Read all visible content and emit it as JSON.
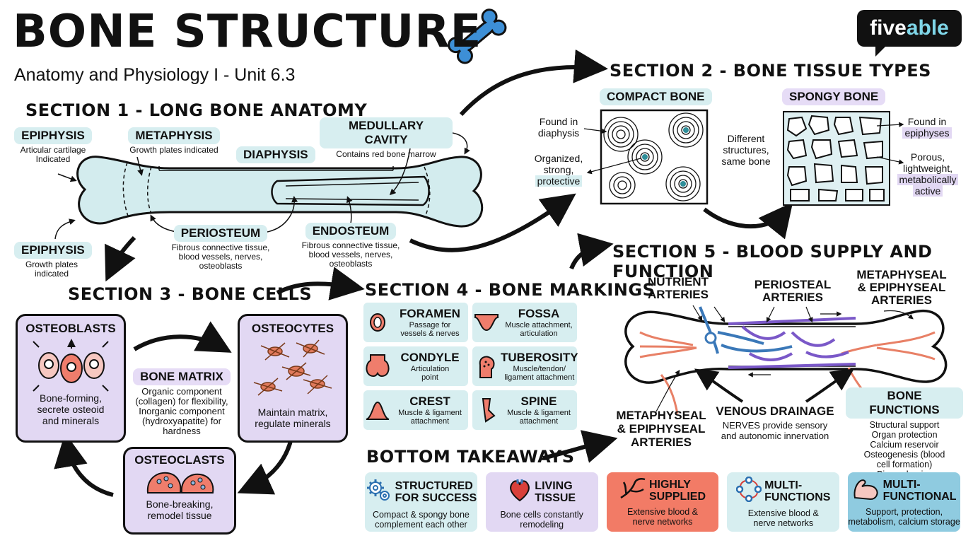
{
  "header": {
    "title": "BONE STRUCTURE",
    "subtitle": "Anatomy and Physiology I - Unit 6.3",
    "logo_a": "five",
    "logo_b": "able"
  },
  "sections": {
    "s1": "SECTION 1 - LONG BONE ANATOMY",
    "s2": "SECTION 2 - BONE TISSUE TYPES",
    "s3": "SECTION 3 - BONE CELLS",
    "s4": "SECTION 4 - BONE MARKINGS",
    "s5": "SECTION 5 - BLOOD SUPPLY AND FUNCTION",
    "bottom": "BOTTOM TAKEAWAYS"
  },
  "anatomy": {
    "epiphysis_top": {
      "title": "EPIPHYSIS",
      "line1": "Articular cartilage",
      "line2": "Indicated"
    },
    "metaphysis": {
      "title": "METAPHYSIS",
      "desc": "Growth plates indicated"
    },
    "diaphysis": {
      "title": "DIAPHYSIS"
    },
    "medullary": {
      "title": "MEDULLARY CAVITY",
      "desc": "Contains red bone marrow"
    },
    "epiphysis_bottom": {
      "title": "EPIPHYSIS",
      "line1": "Growth plates",
      "line2": "indicated"
    },
    "periosteum": {
      "title": "PERIOSTEUM",
      "line1": "Fibrous connective tissue,",
      "line2": "blood vessels, nerves,",
      "line3": "osteoblasts"
    },
    "endosteum": {
      "title": "ENDOSTEUM",
      "line1": "Fibrous connective tissue,",
      "line2": "blood vessels, nerves,",
      "line3": "osteoblasts"
    }
  },
  "tissue": {
    "compact": {
      "title": "COMPACT BONE",
      "found1": "Found in",
      "found2": "diaphysis",
      "prop1": "Organized,",
      "prop2": "strong,",
      "prop3": "protective"
    },
    "middle": {
      "l1": "Different",
      "l2": "structures,",
      "l3": "same bone"
    },
    "spongy": {
      "title": "SPONGY BONE",
      "found1": "Found in",
      "found2": "epiphyses",
      "prop1": "Porous,",
      "prop2": "lightweight,",
      "prop3": "metabolically",
      "prop4": "active"
    }
  },
  "cells": {
    "osteoblasts": {
      "title": "OSTEOBLASTS",
      "l1": "Bone-forming,",
      "l2": "secrete osteoid",
      "l3": "and minerals"
    },
    "osteocytes": {
      "title": "OSTEOCYTES",
      "l1": "Maintain matrix,",
      "l2": "regulate minerals"
    },
    "osteoclasts": {
      "title": "OSTEOCLASTS",
      "l1": "Bone-breaking,",
      "l2": "remodel tissue"
    },
    "matrix": {
      "title": "BONE MATRIX",
      "l1": "Organic component",
      "l2": "(collagen) for flexibility,",
      "l3": "Inorganic component",
      "l4": "(hydroxyapatite) for",
      "l5": "hardness"
    }
  },
  "markings": [
    {
      "name": "FORAMEN",
      "d1": "Passage for",
      "d2": "vessels & nerves",
      "icon": "foramen-icon"
    },
    {
      "name": "FOSSA",
      "d1": "Muscle attachment,",
      "d2": "articulation",
      "icon": "fossa-icon"
    },
    {
      "name": "CONDYLE",
      "d1": "Articulation",
      "d2": "point",
      "icon": "condyle-icon"
    },
    {
      "name": "TUBEROSITY",
      "d1": "Muscle/tendon/",
      "d2": "ligament attachment",
      "icon": "tuberosity-icon"
    },
    {
      "name": "CREST",
      "d1": "Muscle & ligament",
      "d2": "attachment",
      "icon": "crest-icon"
    },
    {
      "name": "SPINE",
      "d1": "Muscle & ligament",
      "d2": "attachment",
      "icon": "spine-icon"
    }
  ],
  "blood": {
    "nutrient": {
      "l1": "NUTRIENT",
      "l2": "ARTERIES"
    },
    "periosteal": {
      "l1": "PERIOSTEAL",
      "l2": "ARTERIES"
    },
    "meta_top": {
      "l1": "METAPHYSEAL",
      "l2": "& EPIPHYSEAL",
      "l3": "ARTERIES"
    },
    "meta_bottom": {
      "l1": "METAPHYSEAL",
      "l2": "& EPIPHYSEAL",
      "l3": "ARTERIES"
    },
    "venous": {
      "title": "VENOUS DRAINAGE",
      "l1": "NERVES provide sensory",
      "l2": "and autonomic innervation"
    },
    "functions": {
      "title": "BONE FUNCTIONS",
      "items": [
        "Structural support",
        "Organ protection",
        "Calcium reservoir",
        "Osteogenesis (blood",
        "cell formation)",
        "Biomechanics"
      ]
    }
  },
  "takeaways": [
    {
      "t1": "STRUCTURED",
      "t2": "FOR SUCCESS",
      "d1": "Compact & spongy bone",
      "d2": "complement each other",
      "color": "#d7eef0",
      "icon": "gears-icon"
    },
    {
      "t1": "LIVING",
      "t2": "TISSUE",
      "d1": "Bone cells constantly",
      "d2": "remodeling",
      "color": "#e2d8f3",
      "icon": "heart-icon"
    },
    {
      "t1": "HIGHLY",
      "t2": "SUPPLIED",
      "d1": "Extensive blood &",
      "d2": "nerve networks",
      "color": "#f27b66",
      "icon": "vessels-icon"
    },
    {
      "t1": "MULTI-",
      "t2": "FUNCTIONS",
      "d1": "Extensive blood &",
      "d2": "nerve networks",
      "color": "#d7eef0",
      "icon": "cycle-icon"
    },
    {
      "t1": "MULTI-",
      "t2": "FUNCTIONAL",
      "d1": "Support, protection,",
      "d2": "metabolism, calcium storage",
      "color": "#8fcbe0",
      "icon": "muscle-icon"
    }
  ]
}
